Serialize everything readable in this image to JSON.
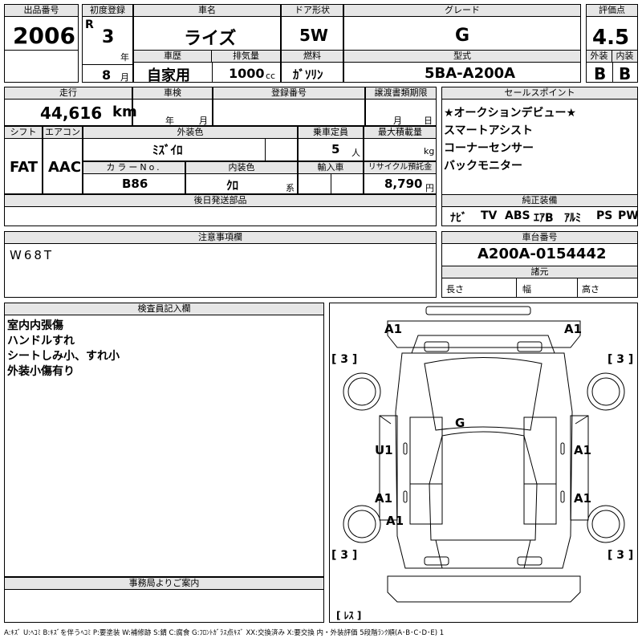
{
  "header": {
    "lot_label": "出品番号",
    "lot_no": "2006",
    "first_reg_label": "初度登録",
    "era": "R",
    "reg_year": "3",
    "year_unit": "年",
    "reg_month": "8",
    "month_unit": "月",
    "car_name_label": "車名",
    "car_name": "ライズ",
    "door_label": "ドア形状",
    "door": "5W",
    "grade_label": "グレード",
    "grade": "G",
    "score_label": "評価点",
    "score": "4.5",
    "ext_label": "外装",
    "int_label": "内装",
    "ext_grade": "B",
    "int_grade": "B",
    "history_label": "車歴",
    "history": "自家用",
    "displacement_label": "排気量",
    "displacement": "1000",
    "cc": "cc",
    "fuel_label": "燃料",
    "fuel": "ｶﾞｿﾘﾝ",
    "model_label": "型式",
    "model": "5BA-A200A"
  },
  "row2": {
    "mileage_label": "走行",
    "mileage": "44,616",
    "km": "km",
    "inspection_label": "車検",
    "insp_year": "年",
    "insp_month": "月",
    "plate_label": "登録番号",
    "transfer_label": "譲渡書類期限",
    "trans_month": "月",
    "trans_day": "日",
    "shift_label": "シフト",
    "shift": "FAT",
    "ac_label": "エアコン",
    "ac": "AAC",
    "color_label": "外装色",
    "color": "ﾐｽﾞｲﾛ",
    "capacity_label": "乗車定員",
    "capacity": "5",
    "person_unit": "人",
    "load_label": "最大積載量",
    "kg": "kg",
    "color_no_label": "カラーNo.",
    "color_no": "B86",
    "int_color_label": "内装色",
    "int_color": "ｸﾛ",
    "int_color_unit": "系",
    "import_label": "輸入車",
    "recycle_label": "リサイクル預託金",
    "recycle": "8,790",
    "yen": "円",
    "later_label": "後日発送部品"
  },
  "sales": {
    "label": "セールスポイント",
    "items": [
      "★オークションデビュー★",
      "スマートアシスト",
      "コーナーセンサー",
      "バックモニター"
    ],
    "equip_label": "純正装備",
    "equip": [
      "ﾅﾋﾞ",
      "TV",
      "ABS",
      "ｴｱB",
      "ｱﾙﾐ",
      "PS",
      "PW"
    ]
  },
  "notes": {
    "label": "注意事項欄",
    "text": "W68T"
  },
  "chassis": {
    "label": "車台番号",
    "number": "A200A-0154442",
    "dims_label": "諸元",
    "length": "長さ",
    "width": "幅",
    "height": "高さ"
  },
  "inspector": {
    "label": "検査員記入欄",
    "lines": [
      "室内内張傷",
      "ハンドルすれ",
      "シートしみ小、すれ小",
      "外装小傷有り"
    ]
  },
  "office": {
    "label": "事務局よりご案内"
  },
  "diagram": {
    "marks": [
      "A1",
      "A1",
      "G",
      "U1",
      "A1",
      "A1",
      "A1",
      "A1"
    ],
    "tires": [
      "[ 3 ]",
      "[ 3 ]",
      "[ 3 ]",
      "[ 3 ]"
    ],
    "spare": "[ ﾚｽ ]"
  },
  "legend": "A:ｷｽﾞ U:ﾍｺﾐ B:ｷｽﾞを伴うﾍｺﾐ P:要塗装 W:補修跡 S:錆 C:腐食 G:ﾌﾛﾝﾄｶﾞﾗｽ点ｷｽﾞ XX:交換済み X:要交換 内・外装評価 5段階ﾗﾝｸ順(A･B･C･D･E) 1"
}
